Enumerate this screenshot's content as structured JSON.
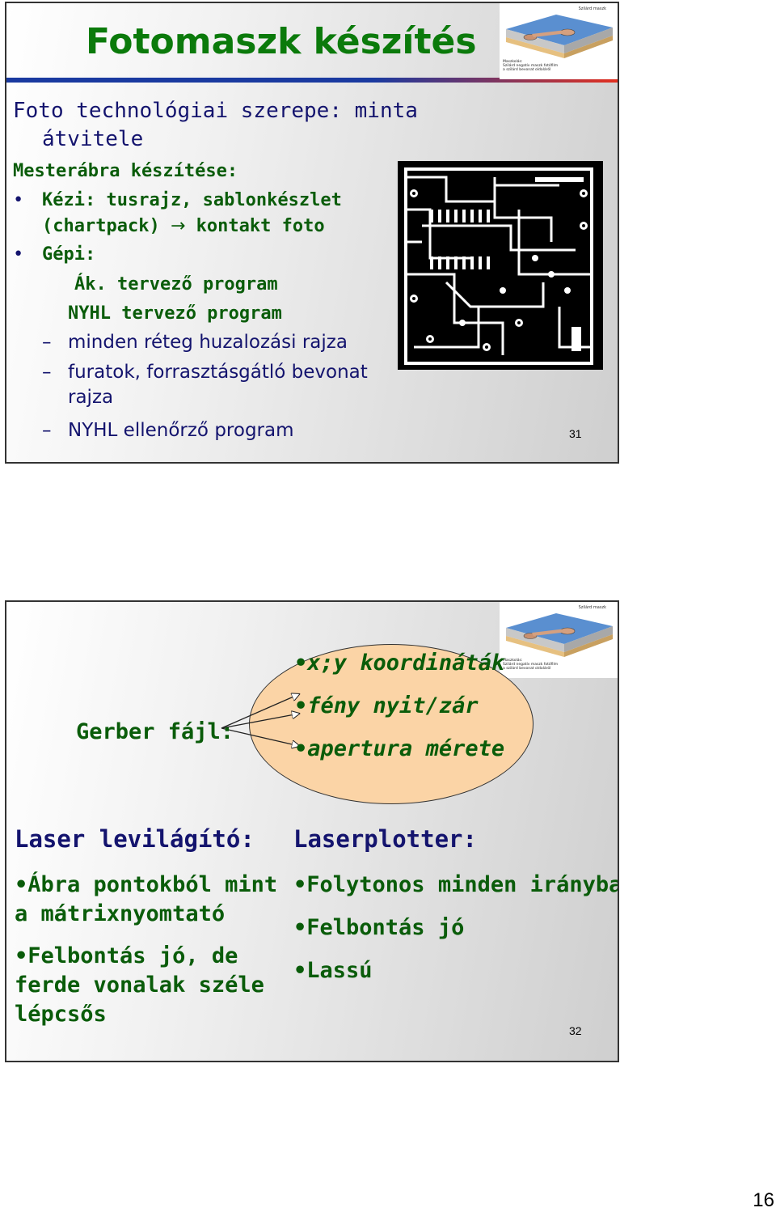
{
  "slide1": {
    "title": "Fotomaszk készítés",
    "thumb_caption": "Szilárd maszk",
    "thumb_label_1": "Maszkolás:",
    "thumb_label_2": "Szilárd negatív maszk fotófilm",
    "thumb_label_3": "a szilárd bevonat oldaláról",
    "intro_1": "Foto technológiai szerepe: minta",
    "intro_2": "átvitele",
    "master_heading": "Mesterábra készítése:",
    "bullet_1a": "Kézi: tusrajz, sablonkészlet",
    "bullet_1b_pre": "(chartpack)",
    "bullet_1b_arrow": "→",
    "bullet_1b_post": "kontakt foto",
    "bullet_2": "Gépi:",
    "sub_1": "Ák. tervező program",
    "sub_2": "NYHL tervező program",
    "dash_1": "minden réteg huzalozási rajza",
    "dash_2a": "furatok, forrasztásgátló bevonat",
    "dash_2b": "rajza",
    "dash_3": "NYHL ellenőrző program",
    "dash_glyph": "–",
    "bullet_glyph": "•",
    "number": "31"
  },
  "slide2": {
    "gerber_label": "Gerber fájl:",
    "ellipse_items": [
      "x;y koordináták",
      "fény nyit/zár",
      "apertura mérete"
    ],
    "left_heading": "Laser levilágító:",
    "left_items": [
      [
        "Ábra pontokból mint",
        "a mátrixnyomtató"
      ],
      [
        "Felbontás jó, de",
        "ferde vonalak széle",
        "lépcsős"
      ]
    ],
    "right_heading": "Laserplotter:",
    "right_items": [
      "Folytonos minden irányban",
      "Felbontás jó",
      "Lassú"
    ],
    "number": "32"
  },
  "page_number": "16",
  "colors": {
    "title_green": "#0b7a0b",
    "text_navy": "#14146e",
    "ellipse_fill": "#fbd4a6"
  }
}
